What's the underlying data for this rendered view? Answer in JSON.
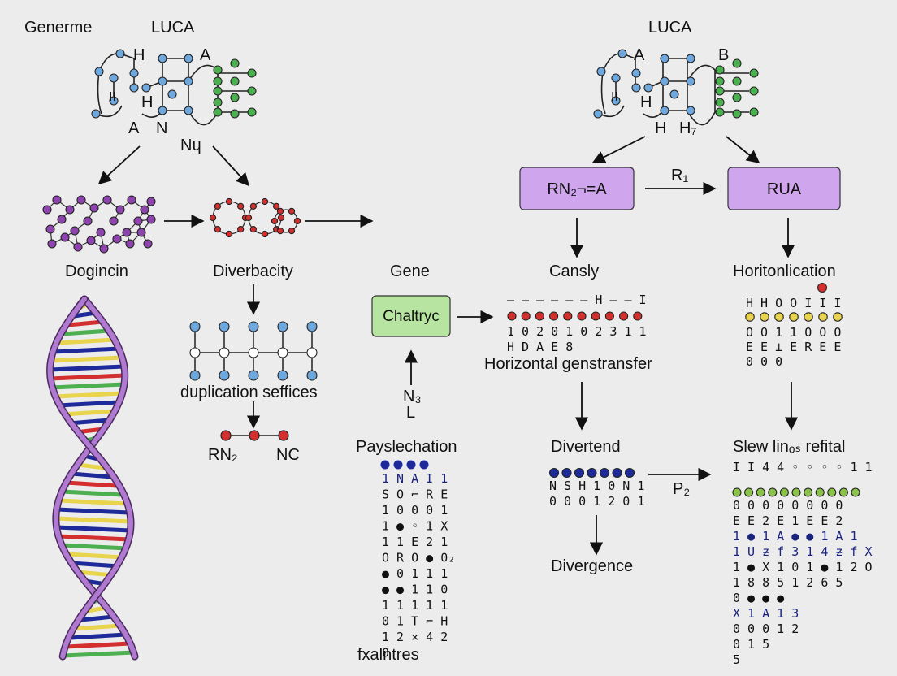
{
  "colors": {
    "background": "#ececec",
    "node_blue": "#6fa8dc",
    "node_green": "#4caf50",
    "node_purple": "#8e44ad",
    "node_red": "#d32f2f",
    "node_yellow": "#e8d44d",
    "node_navy": "#1e2a99",
    "node_light_green": "#8bc34a",
    "box_purple": "#cfa6ee",
    "box_green": "#b7e4a0",
    "dna_backbone": "#b07ad0"
  },
  "left_tree": {
    "title_left": "Generme",
    "title_luca": "LUCA",
    "struct_letters": [
      "H",
      "A",
      "H",
      "A",
      "N",
      "Nɥ",
      "II"
    ],
    "left_cluster_label": "Dogincin",
    "right_cluster_label": "Diverbacity",
    "duplication_label": "duplication seffices",
    "rn_label": "RN₂",
    "nc_label": "NC"
  },
  "center": {
    "gene_label": "Gene",
    "box_label": "Chaltryc",
    "arrow_label_top": "N₃",
    "arrow_label_bottom": "L",
    "column_title": "Payslechation",
    "column_rows": [
      "1 N A I  1",
      "S O ⌐ R E",
      "1 0 0 0 1",
      "1 ● ◦ 1 X",
      "1 1 E 2 1",
      "O R O  ● 0₂",
      "● 0 1 1 1",
      "● ● 1 1 0",
      "1 1 1  1 1",
      "0 1 T ⌐ H",
      "1 2 ⨯ 4 2",
      "0"
    ],
    "column_footer": "fxalntres"
  },
  "right_tree": {
    "title_luca": "LUCA",
    "struct_letters": [
      "A",
      "B",
      "H",
      "H",
      "H₇",
      "II"
    ],
    "box_left": "RN₂¬=A",
    "box_right": "RUA",
    "arrow_label": "R₁",
    "cansly_label": "Cansly",
    "cansly_header": "‒ ‒ ‒ ‒ ‒ ‒ H ‒ ‒ I",
    "cansly_row1": "1 0 2 0 1 0 2 3 1 1",
    "cansly_row2": "H D A   E   8",
    "hgt_label": "Horizontal genstransfer",
    "horiz_label": "Horitonlication",
    "horiz_rows": [
      "H H O O I  I I",
      "O O 1 1 O O O",
      "E E ⊥ E R E E",
      "0       0     0"
    ],
    "divertend_label": "Divertend",
    "divertend_rows": [
      "N S H 1 0 N 1",
      "0 0 0 1 2 0 1"
    ],
    "p2_label": "P₂",
    "divergence_label": "Divergence",
    "slew_label": "Slew linₒₛ refital",
    "slew_rows": [
      "I  I  4 4  ◦ ◦ ◦ ◦ 1 1",
      "0 0 0 0 0 0 0 0",
      "E E 2 E 1 E E 2",
      "1 ● 1 A ● ● 1 A 1",
      "1 U ƶ f 3 1 4 ƶ f X",
      "1 ● X 1 0 1 ● 1 2 O",
      "1 8 8   5 1 2 6   5",
      "0 ●       ● ●",
      "  X 1       A 1 3",
      "  0 0       0 1 2",
      "  0             1 5",
      "                5"
    ]
  }
}
